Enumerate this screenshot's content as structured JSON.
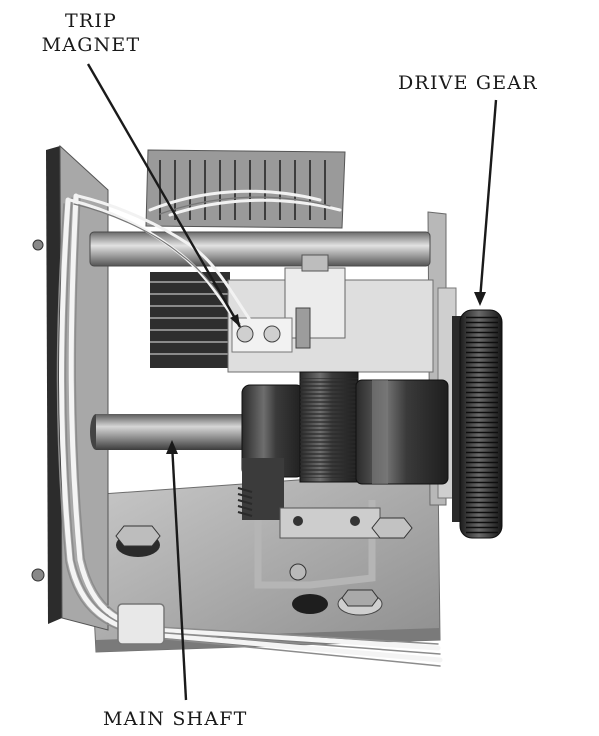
{
  "labels": {
    "trip_magnet_line1": "TRIP",
    "trip_magnet_line2": "MAGNET",
    "drive_gear": "DRIVE GEAR",
    "main_shaft": "MAIN SHAFT"
  },
  "colors": {
    "background": "#ffffff",
    "ink": "#1a1a1a",
    "metal_light": "#d8d8d8",
    "metal_mid": "#9a9a9a",
    "metal_dark": "#3a3a3a"
  }
}
